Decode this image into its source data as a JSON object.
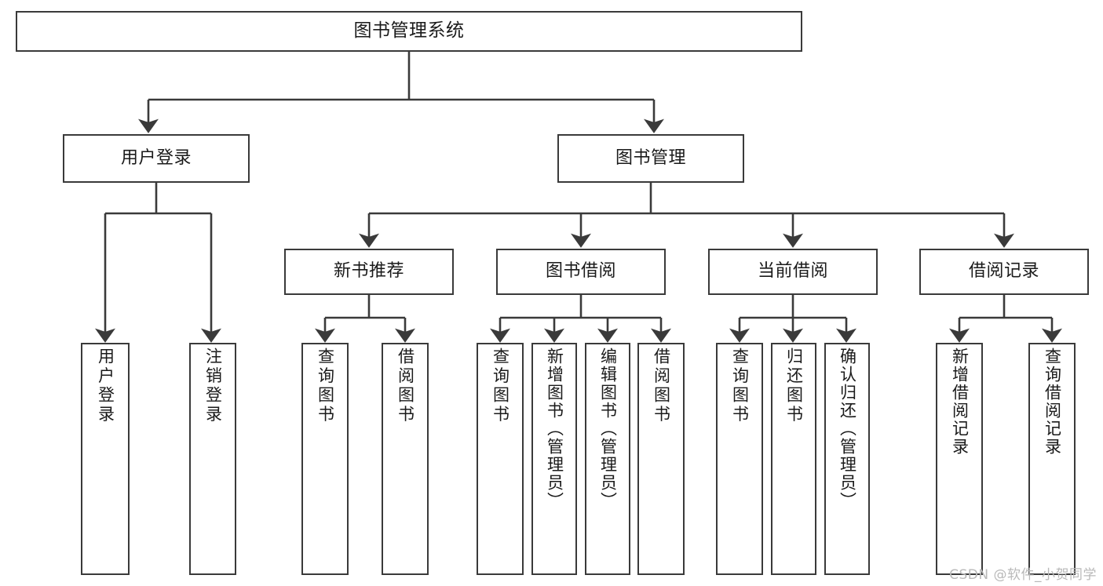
{
  "diagram": {
    "title": "图书管理系统",
    "type": "tree",
    "colors": {
      "background": "#ffffff",
      "border": "#3a3a3a",
      "connector": "#3a3a3a",
      "text": "#1a1a1a",
      "watermark": "#b9b9b9"
    },
    "nodes": {
      "root": {
        "label": "图书管理系统"
      },
      "level2": [
        {
          "label": "用户登录"
        },
        {
          "label": "图书管理"
        }
      ],
      "level3": [
        {
          "label": "新书推荐"
        },
        {
          "label": "图书借阅"
        },
        {
          "label": "当前借阅"
        },
        {
          "label": "借阅记录"
        }
      ],
      "leaves": {
        "user_login": [
          {
            "label": "用户登录"
          },
          {
            "label": "注销登录"
          }
        ],
        "new_book": [
          {
            "label": "查询图书"
          },
          {
            "label": "借阅图书"
          }
        ],
        "borrow": [
          {
            "label": "查询图书"
          },
          {
            "label": "新增图书（管理员）"
          },
          {
            "label": "编辑图书（管理员）"
          },
          {
            "label": "借阅图书"
          }
        ],
        "current": [
          {
            "label": "查询图书"
          },
          {
            "label": "归还图书"
          },
          {
            "label": "确认归还（管理员）"
          }
        ],
        "records": [
          {
            "label": "新增借阅记录"
          },
          {
            "label": "查询借阅记录"
          }
        ]
      }
    }
  },
  "watermark": {
    "text": "CSDN @软件_小贺同学"
  }
}
